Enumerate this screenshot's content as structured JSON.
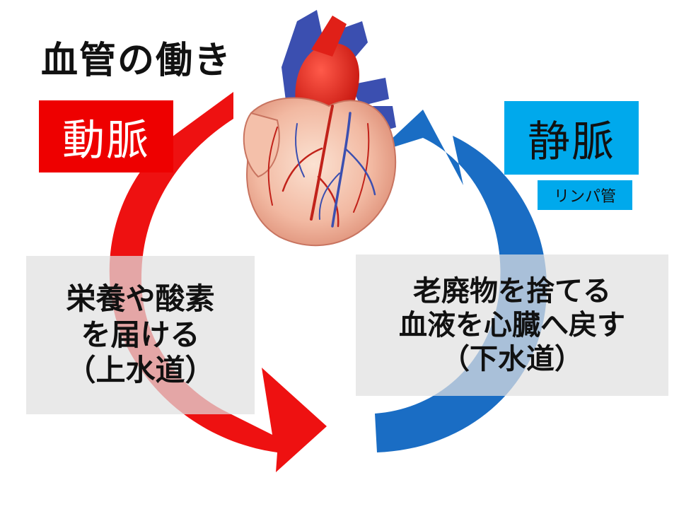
{
  "title": "血管の働き",
  "artery": {
    "label": "動脈",
    "color": "#ee0000"
  },
  "vein": {
    "label": "静脈",
    "sublabel": "リンパ管",
    "color": "#1a6dc4",
    "label_bg": "#00a9ec"
  },
  "artery_note": {
    "lines": [
      "栄養や酸素",
      "を届ける",
      "（上水道）"
    ]
  },
  "vein_note": {
    "lines": [
      "老廃物を捨てる",
      "血液を心臓へ戻す",
      "（下水道）"
    ]
  },
  "icons": [
    "heart-illustration",
    "red-circulation-arrow",
    "blue-circulation-arrow"
  ]
}
